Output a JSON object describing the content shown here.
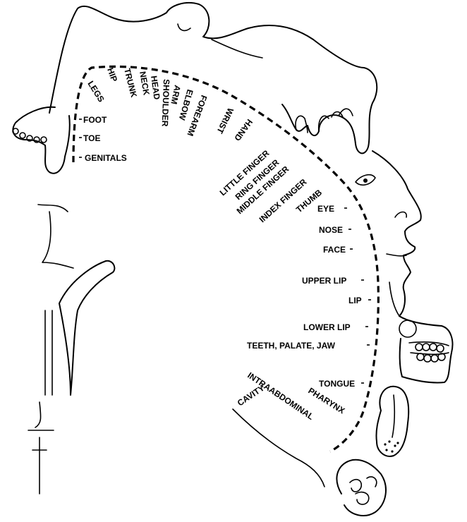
{
  "diagram": {
    "labels": [
      {
        "key": "legs",
        "text": "LEGS"
      },
      {
        "key": "hip",
        "text": "HIP"
      },
      {
        "key": "trunk",
        "text": "TRUNK"
      },
      {
        "key": "neck",
        "text": "NECK"
      },
      {
        "key": "head",
        "text": "HEAD"
      },
      {
        "key": "shoulder",
        "text": "SHOULDER"
      },
      {
        "key": "arm",
        "text": "ARM"
      },
      {
        "key": "elbow",
        "text": "ELBOW"
      },
      {
        "key": "forearm",
        "text": "FOREARM"
      },
      {
        "key": "wrist",
        "text": "WRIST"
      },
      {
        "key": "hand",
        "text": "HAND"
      },
      {
        "key": "foot",
        "text": "FOOT"
      },
      {
        "key": "toe",
        "text": "TOE"
      },
      {
        "key": "genitals",
        "text": "GENITALS"
      },
      {
        "key": "little_finger",
        "text": "LITTLE FINGER"
      },
      {
        "key": "ring_finger",
        "text": "RING FINGER"
      },
      {
        "key": "middle_finger",
        "text": "MIDDLE FINGER"
      },
      {
        "key": "index_finger",
        "text": "INDEX FINGER"
      },
      {
        "key": "thumb",
        "text": "THUMB"
      },
      {
        "key": "eye",
        "text": "EYE"
      },
      {
        "key": "nose",
        "text": "NOSE"
      },
      {
        "key": "face",
        "text": "FACE"
      },
      {
        "key": "upper_lip",
        "text": "UPPER LIP"
      },
      {
        "key": "lip",
        "text": "LIP"
      },
      {
        "key": "lower_lip",
        "text": "LOWER LIP"
      },
      {
        "key": "teeth",
        "text": "TEETH, PALATE, JAW"
      },
      {
        "key": "tongue",
        "text": "TONGUE"
      },
      {
        "key": "pharynx",
        "text": "PHARYNX"
      },
      {
        "key": "intraabdominal",
        "text": "INTRAABDOMINAL"
      },
      {
        "key": "cavity",
        "text": "CAVITY"
      }
    ]
  }
}
